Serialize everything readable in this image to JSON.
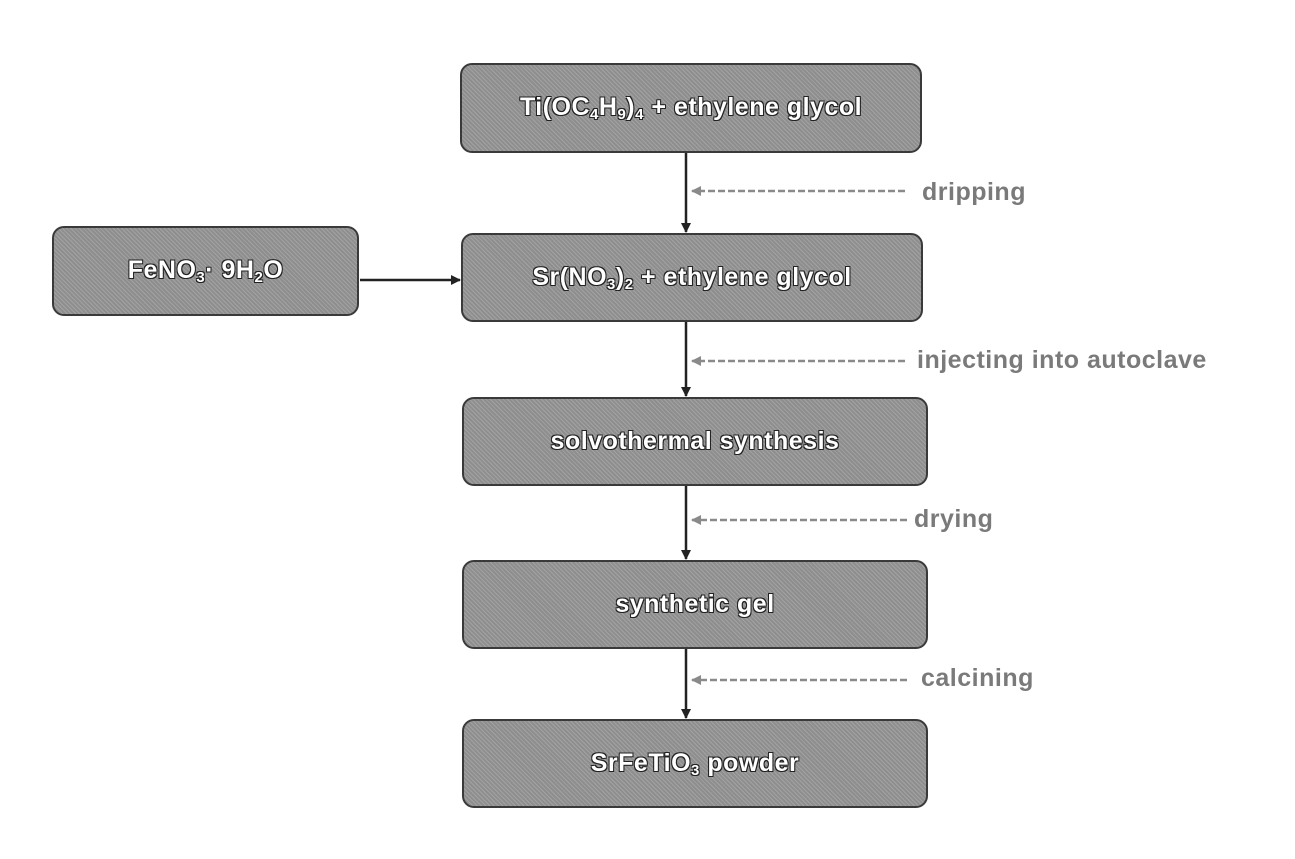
{
  "boxes": {
    "ti_source": {
      "pre": "Ti(OC",
      "s1": "4",
      "mid": "H",
      "s2": "9",
      "mid2": ")",
      "s3": "4",
      "post": " + ethylene glycol"
    },
    "fe_nitrate": {
      "pre": "FeNO",
      "s1": "3",
      "mid": "· 9H",
      "s2": "2",
      "post": "O"
    },
    "sr_nitrate": {
      "pre": "Sr(NO",
      "s1": "3",
      "mid": ")",
      "s2": "2",
      "post": " + ethylene glycol"
    },
    "solvothermal": "solvothermal synthesis",
    "gel": "synthetic gel",
    "powder": {
      "pre": "SrFeTiO",
      "s1": "3",
      "post": " powder"
    }
  },
  "steps": {
    "dripping": "dripping",
    "injecting": "injecting into autoclave",
    "drying": "drying",
    "calcining": "calcining"
  },
  "colors": {
    "box_fill": "#8e8e8e",
    "box_border": "#3a3a3a",
    "arrow": "#222222",
    "step_label": "#7a7a7a",
    "dashed_pointer": "#8a8a8a"
  }
}
